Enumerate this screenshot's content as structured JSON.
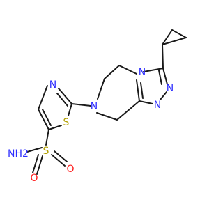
{
  "diagram": {
    "colors": {
      "bond": "#1a1a1a",
      "nitrogen": "#2d2dff",
      "sulfur": "#b2a000",
      "oxygen": "#ff1a1a",
      "background": "#ffffff"
    },
    "atoms": [
      {
        "id": "n_pyrazine",
        "label": "N",
        "element": "nitrogen"
      },
      {
        "id": "n_triazole_4",
        "label": "N",
        "element": "nitrogen"
      },
      {
        "id": "n_triazole_2",
        "label": "N",
        "element": "nitrogen"
      },
      {
        "id": "n_triazole_1",
        "label": "N",
        "element": "nitrogen"
      },
      {
        "id": "n_thiazole",
        "label": "N",
        "element": "nitrogen"
      },
      {
        "id": "s_thiazole",
        "label": "S",
        "element": "sulfur"
      },
      {
        "id": "s_sulfonyl",
        "label": "S",
        "element": "sulfur"
      },
      {
        "id": "o_sulfonyl_right",
        "label": "O",
        "element": "oxygen"
      },
      {
        "id": "o_sulfonyl_left",
        "label": "O",
        "element": "oxygen"
      },
      {
        "id": "nh2_amide",
        "label": "NH2",
        "element": "nitrogen"
      }
    ]
  }
}
